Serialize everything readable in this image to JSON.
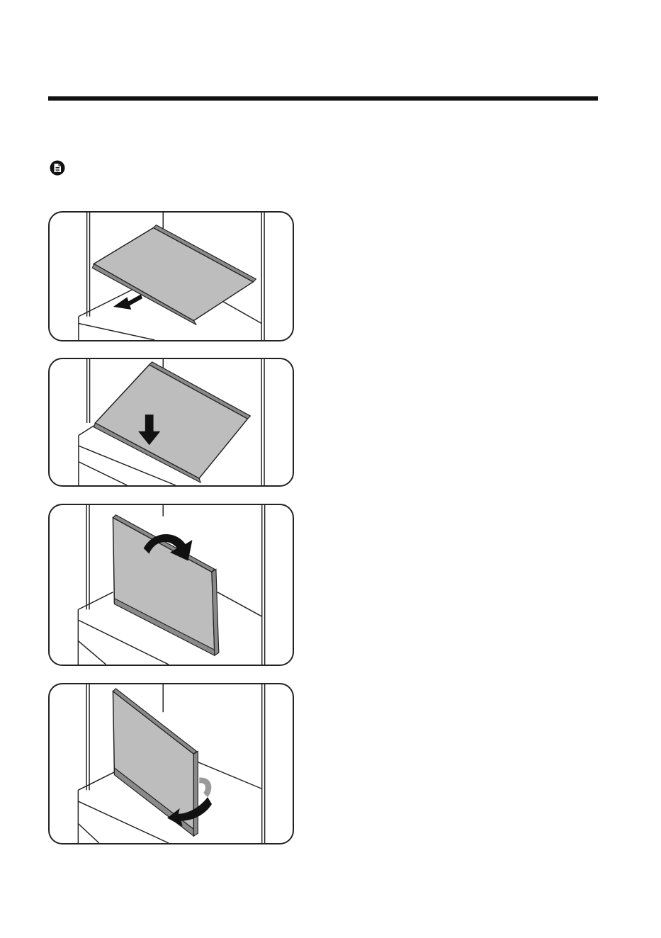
{
  "colors": {
    "rule": "#111111",
    "shelf_fill": "#bdbdbd",
    "shelf_edge": "#8a8a8a",
    "line": "#222222",
    "arrow": "#111111",
    "arrow_secondary": "#9a9a9a"
  },
  "icons": {
    "note": "note-icon"
  },
  "steps": [
    {
      "id": 1,
      "action": "pull-out"
    },
    {
      "id": 2,
      "action": "push-down"
    },
    {
      "id": 3,
      "action": "fold-down"
    },
    {
      "id": 4,
      "action": "rotate"
    }
  ]
}
